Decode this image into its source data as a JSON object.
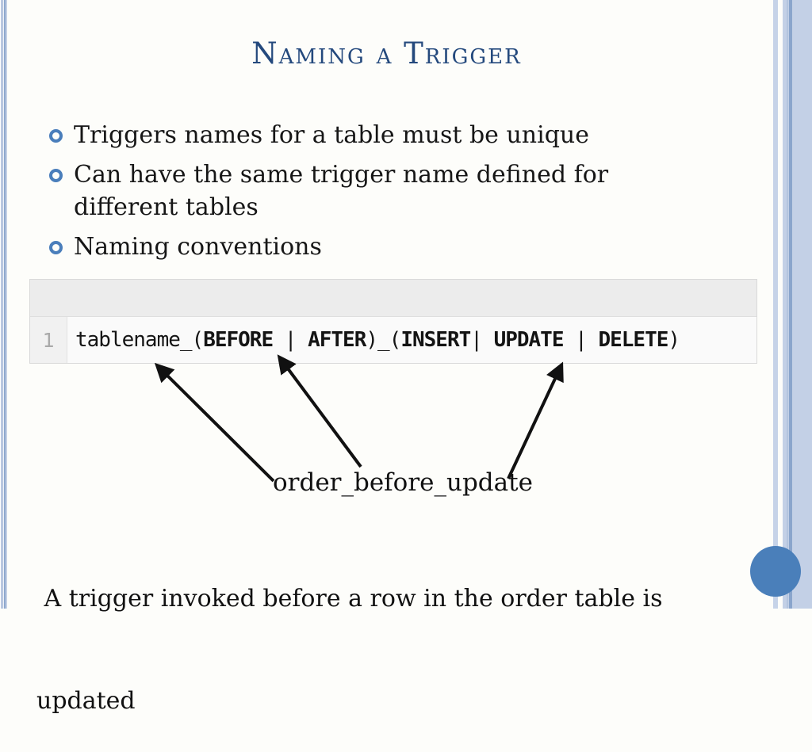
{
  "slide": {
    "title": "Naming a Trigger",
    "bullets": [
      {
        "lines": [
          "Triggers names for a table must be unique"
        ]
      },
      {
        "lines": [
          "Can have the same trigger name defined for",
          "different tables"
        ]
      },
      {
        "lines": [
          "Naming conventions"
        ]
      }
    ],
    "code_editor": {
      "line_number": "1",
      "segments": [
        {
          "text": "tablename_(",
          "bold": false
        },
        {
          "text": "BEFORE",
          "bold": true
        },
        {
          "text": " | ",
          "bold": false
        },
        {
          "text": "AFTER",
          "bold": true
        },
        {
          "text": ")_(",
          "bold": false
        },
        {
          "text": "INSERT",
          "bold": true
        },
        {
          "text": "| ",
          "bold": false
        },
        {
          "text": "UPDATE",
          "bold": true
        },
        {
          "text": " | ",
          "bold": false
        },
        {
          "text": "DELETE",
          "bold": true
        },
        {
          "text": ")",
          "bold": false
        }
      ]
    },
    "annotation": {
      "example_name": "order_before_update"
    },
    "caption": {
      "lines": [
        " A trigger invoked before a row in the order table is",
        "updated"
      ]
    },
    "colors": {
      "title_blue": "#24497d",
      "bullet_blue": "#4a7ebb",
      "accent_circle_blue": "#4a7fba",
      "stripe_light_blue": "#c3d0e6",
      "stripe_dark_blue": "#8aa5cc",
      "code_header_gray": "#ececec",
      "code_body_gray": "#fafafa"
    }
  }
}
